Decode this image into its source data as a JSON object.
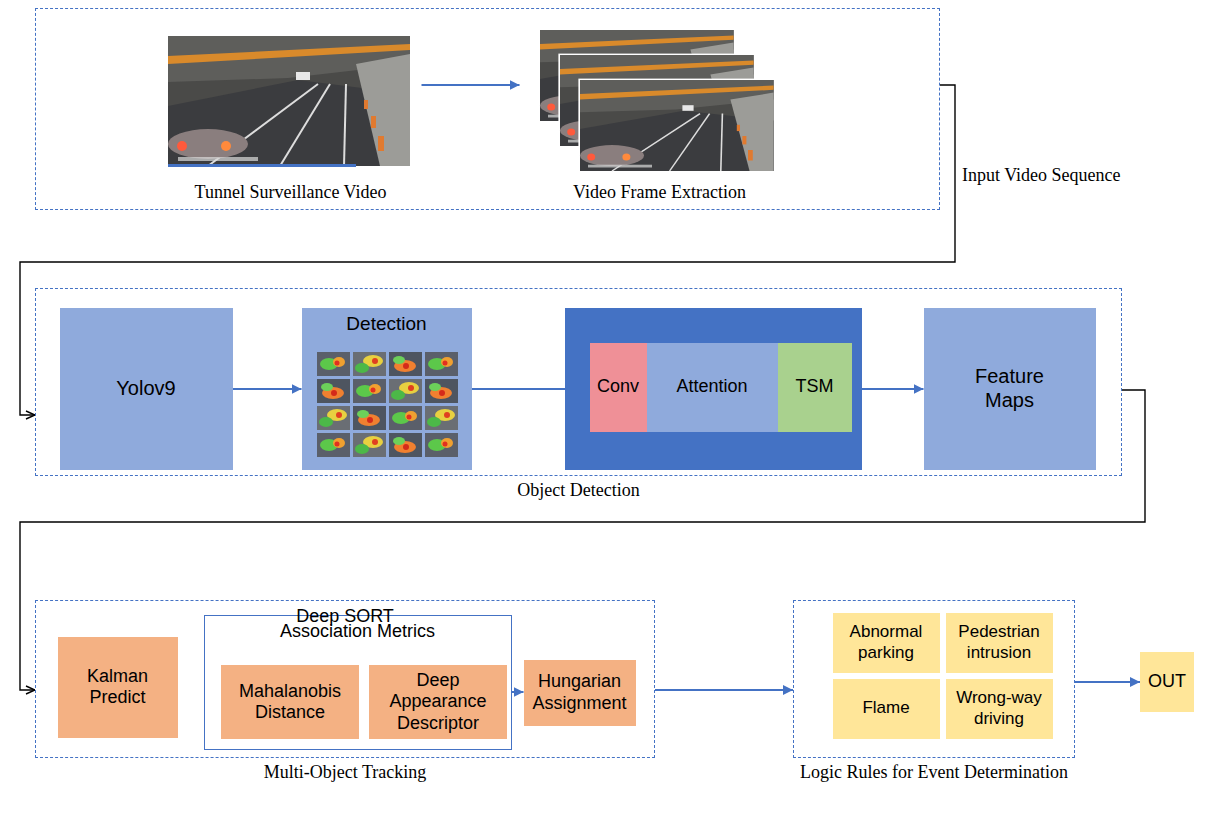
{
  "diagram": {
    "nodes": [
      {
        "text": [
          "Input Video Sequence"
        ]
      },
      {
        "text": [
          "Tunnel Surveillance Video"
        ],
        "in": 0
      },
      {
        "text": [
          "Video Frame Extraction"
        ],
        "in": 0
      },
      {
        "text": [
          "Object Detection"
        ]
      },
      {
        "text": [
          "Yolov9"
        ],
        "in": 3
      },
      {
        "text": [
          "Detection"
        ],
        "in": 3
      },
      {
        "text": [
          "Conv"
        ],
        "in": 3
      },
      {
        "text": [
          "Attention"
        ],
        "in": 3
      },
      {
        "text": [
          "TSM"
        ],
        "in": 3
      },
      {
        "text": [
          "Feature Maps"
        ],
        "in": 3
      },
      {
        "text": [
          "Deep SORT",
          "Multi-Object Tracking"
        ]
      },
      {
        "text": [
          "Kalman Predict"
        ],
        "in": 10
      },
      {
        "text": [
          "Association Metrics"
        ],
        "in": 10
      },
      {
        "text": [
          "Mahalanobis Distance"
        ],
        "in": 12
      },
      {
        "text": [
          "Deep Appearance Descriptor"
        ],
        "in": 12
      },
      {
        "text": [
          "Hungarian Assignment"
        ],
        "in": 10
      },
      {
        "text": [
          "Logic Rules for Event Determination"
        ]
      },
      {
        "text": [
          "Abnormal parking"
        ],
        "in": 16
      },
      {
        "text": [
          "Pedestrian intrusion"
        ],
        "in": 16
      },
      {
        "text": [
          "Flame"
        ],
        "in": 16
      },
      {
        "text": [
          "Wrong-way driving"
        ],
        "in": 16
      },
      {
        "text": [
          "OUT"
        ]
      }
    ],
    "edges": [
      {
        "from": 1,
        "to": 2,
        "arrow": "to"
      },
      {
        "from": 0,
        "to": 3,
        "arrow": "to"
      },
      {
        "from": 4,
        "to": 5,
        "arrow": "to"
      },
      {
        "from": 5,
        "to": 6,
        "arrow": "to"
      },
      {
        "from": 8,
        "to": 9,
        "arrow": "to"
      },
      {
        "from": 3,
        "to": 10,
        "arrow": "to"
      },
      {
        "from": 12,
        "to": 15,
        "arrow": "to"
      },
      {
        "from": 10,
        "to": 16,
        "arrow": "to"
      },
      {
        "from": 16,
        "to": 21,
        "arrow": "to"
      }
    ]
  }
}
